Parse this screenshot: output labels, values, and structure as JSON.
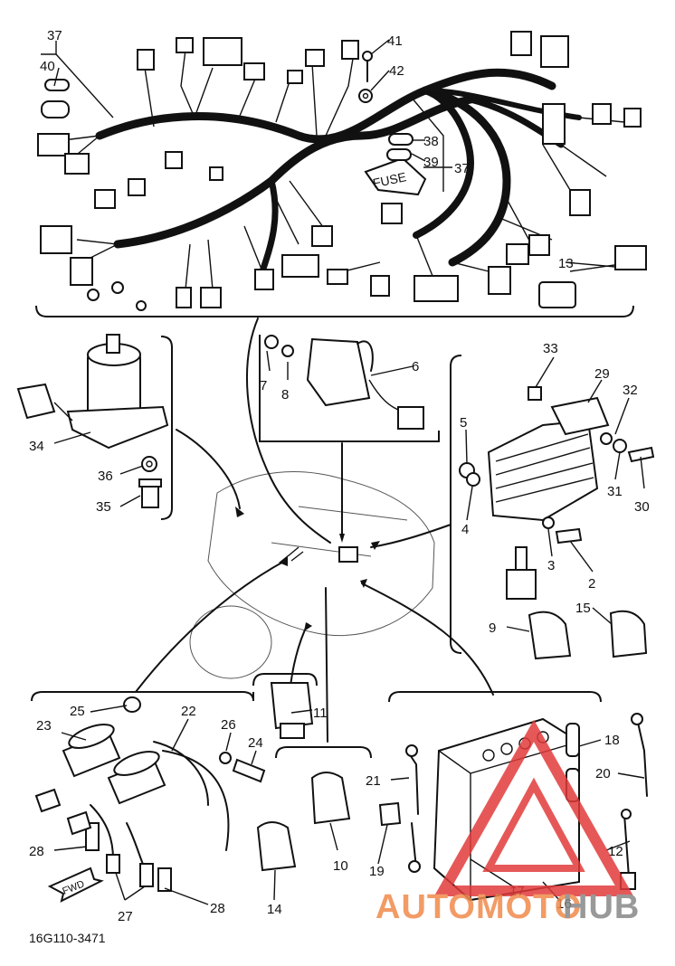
{
  "diagram": {
    "drawing_code": "16G110-3471",
    "part_labels": {
      "p37_top": "37",
      "p40": "40",
      "p41": "41",
      "p42": "42",
      "p38": "38",
      "p39": "39",
      "p37_mid": "37",
      "p13": "13",
      "p7": "7",
      "p8": "8",
      "p6": "6",
      "p33": "33",
      "p29": "29",
      "p32": "32",
      "p5": "5",
      "p4": "4",
      "p31": "31",
      "p30": "30",
      "p3": "3",
      "p2": "2",
      "p34": "34",
      "p36": "36",
      "p35": "35",
      "p9": "9",
      "p15": "15",
      "p11": "11",
      "p25": "25",
      "p22": "22",
      "p23": "23",
      "p26": "26",
      "p24": "24",
      "p28_left": "28",
      "p27": "27",
      "p28_right": "28",
      "p10": "10",
      "p14": "14",
      "p18": "18",
      "p20": "20",
      "p21": "21",
      "p19": "19",
      "p12": "12",
      "p17": "17",
      "p16": "16"
    },
    "fuse_text": "FUSE",
    "fwd_text": "FWD"
  },
  "watermark": {
    "part1": "AUTOMOTO",
    "part2": "HUB",
    "color_primary": "#f08a4b",
    "color_secondary": "#888888",
    "triangle_color": "#e23b3b"
  }
}
